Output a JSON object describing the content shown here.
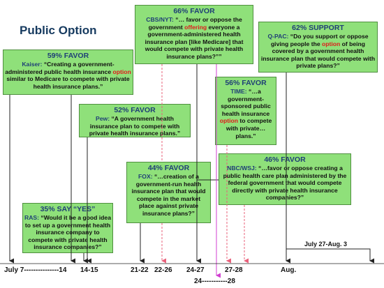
{
  "title": "Public Option",
  "polls": [
    {
      "id": "kaiser",
      "headline": "59% FAVOR",
      "source": "Kaiser:",
      "q_before": "“Creating a government-administered public health insurance ",
      "q_highlight": "option",
      "q_after": " similar to Medicare to compete with private health insurance plans.”"
    },
    {
      "id": "rasmussen",
      "headline": "35% SAY “YES”",
      "source": "RAS:",
      "q_before": "“Would it be a good idea to set up a government health insurance company to compete with private health insurance companies?”",
      "q_highlight": "",
      "q_after": ""
    },
    {
      "id": "pew",
      "headline": "52% FAVOR",
      "source": "Pew:",
      "q_before": "“A government health insurance plan to compete with private health insurance plans.”",
      "q_highlight": "",
      "q_after": ""
    },
    {
      "id": "cbs",
      "headline": "66% FAVOR",
      "source": "CBS/NYT:",
      "q_before": "“… favor or oppose the government ",
      "q_highlight": "offering",
      "q_after": " everyone a government-administered health insurance plan [like Medicare] that would compete with private health insurance plans?””"
    },
    {
      "id": "fox",
      "headline": "44% FAVOR",
      "source": "FOX:",
      "q_before": "“…creation of a government-run health insurance plan that would compete in the market place against private insurance plans?”",
      "q_highlight": "",
      "q_after": ""
    },
    {
      "id": "time",
      "headline": "56% FAVOR",
      "source": "TIME:",
      "q_before": "“…a government-sponsored public health insurance ",
      "q_highlight": "option",
      "q_after": " to compete with private… plans.”"
    },
    {
      "id": "nbc",
      "headline": "46% FAVOR",
      "source": "NBC/WSJ:",
      "q_before": "“…favor or oppose creating a public health care plan administered by the federal government that would compete directly with private health insurance companies?”",
      "q_highlight": "",
      "q_after": ""
    },
    {
      "id": "qpac",
      "headline": "62% SUPPORT",
      "source": "Q-PAC:",
      "q_before": "“Do you support or oppose giving people the ",
      "q_highlight": "option",
      "q_after": " of being covered by a government health insurance plan that would compete with private plans?”"
    }
  ],
  "timeline": {
    "labels": {
      "july": "July 7---------------14",
      "d1415": "14-15",
      "d2122": "21-22",
      "d2226": "22-26",
      "d2427": "24-27",
      "d2728": "27-28",
      "aug": "Aug.",
      "sub": "24-----------28"
    },
    "range_note": "July 27-Aug. 3"
  },
  "colors": {
    "box_fill": "#8fe07a",
    "headline": "#1f3f76",
    "highlight": "#e01b1b",
    "arrow_solid": "#222222",
    "arrow_dashed": "#e8607a",
    "arrow_magenta": "#d13fd1"
  }
}
